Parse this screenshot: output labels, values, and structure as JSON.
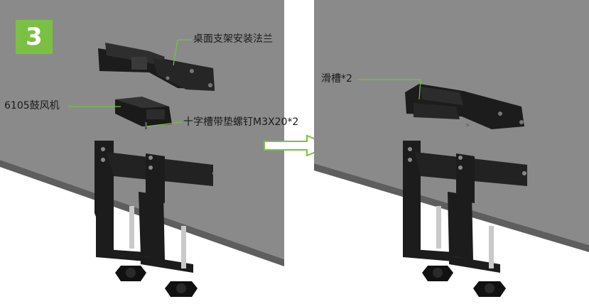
{
  "step": {
    "number": "3",
    "badge_color": "#7ac043"
  },
  "callouts": {
    "flange": "桌面支架安装法兰",
    "fan": "6105鼓风机",
    "screw": "十字槽带垫螺钉M3X20*2",
    "slot": "滑槽*2"
  },
  "colors": {
    "desk_top": "#8a8a8a",
    "desk_edge": "#5e5e5e",
    "metal": "#1c1c1c",
    "leader_line": "#7ac043",
    "arrow_outline": "#7ac043"
  },
  "icons": {
    "transition": "right-arrow-icon"
  }
}
